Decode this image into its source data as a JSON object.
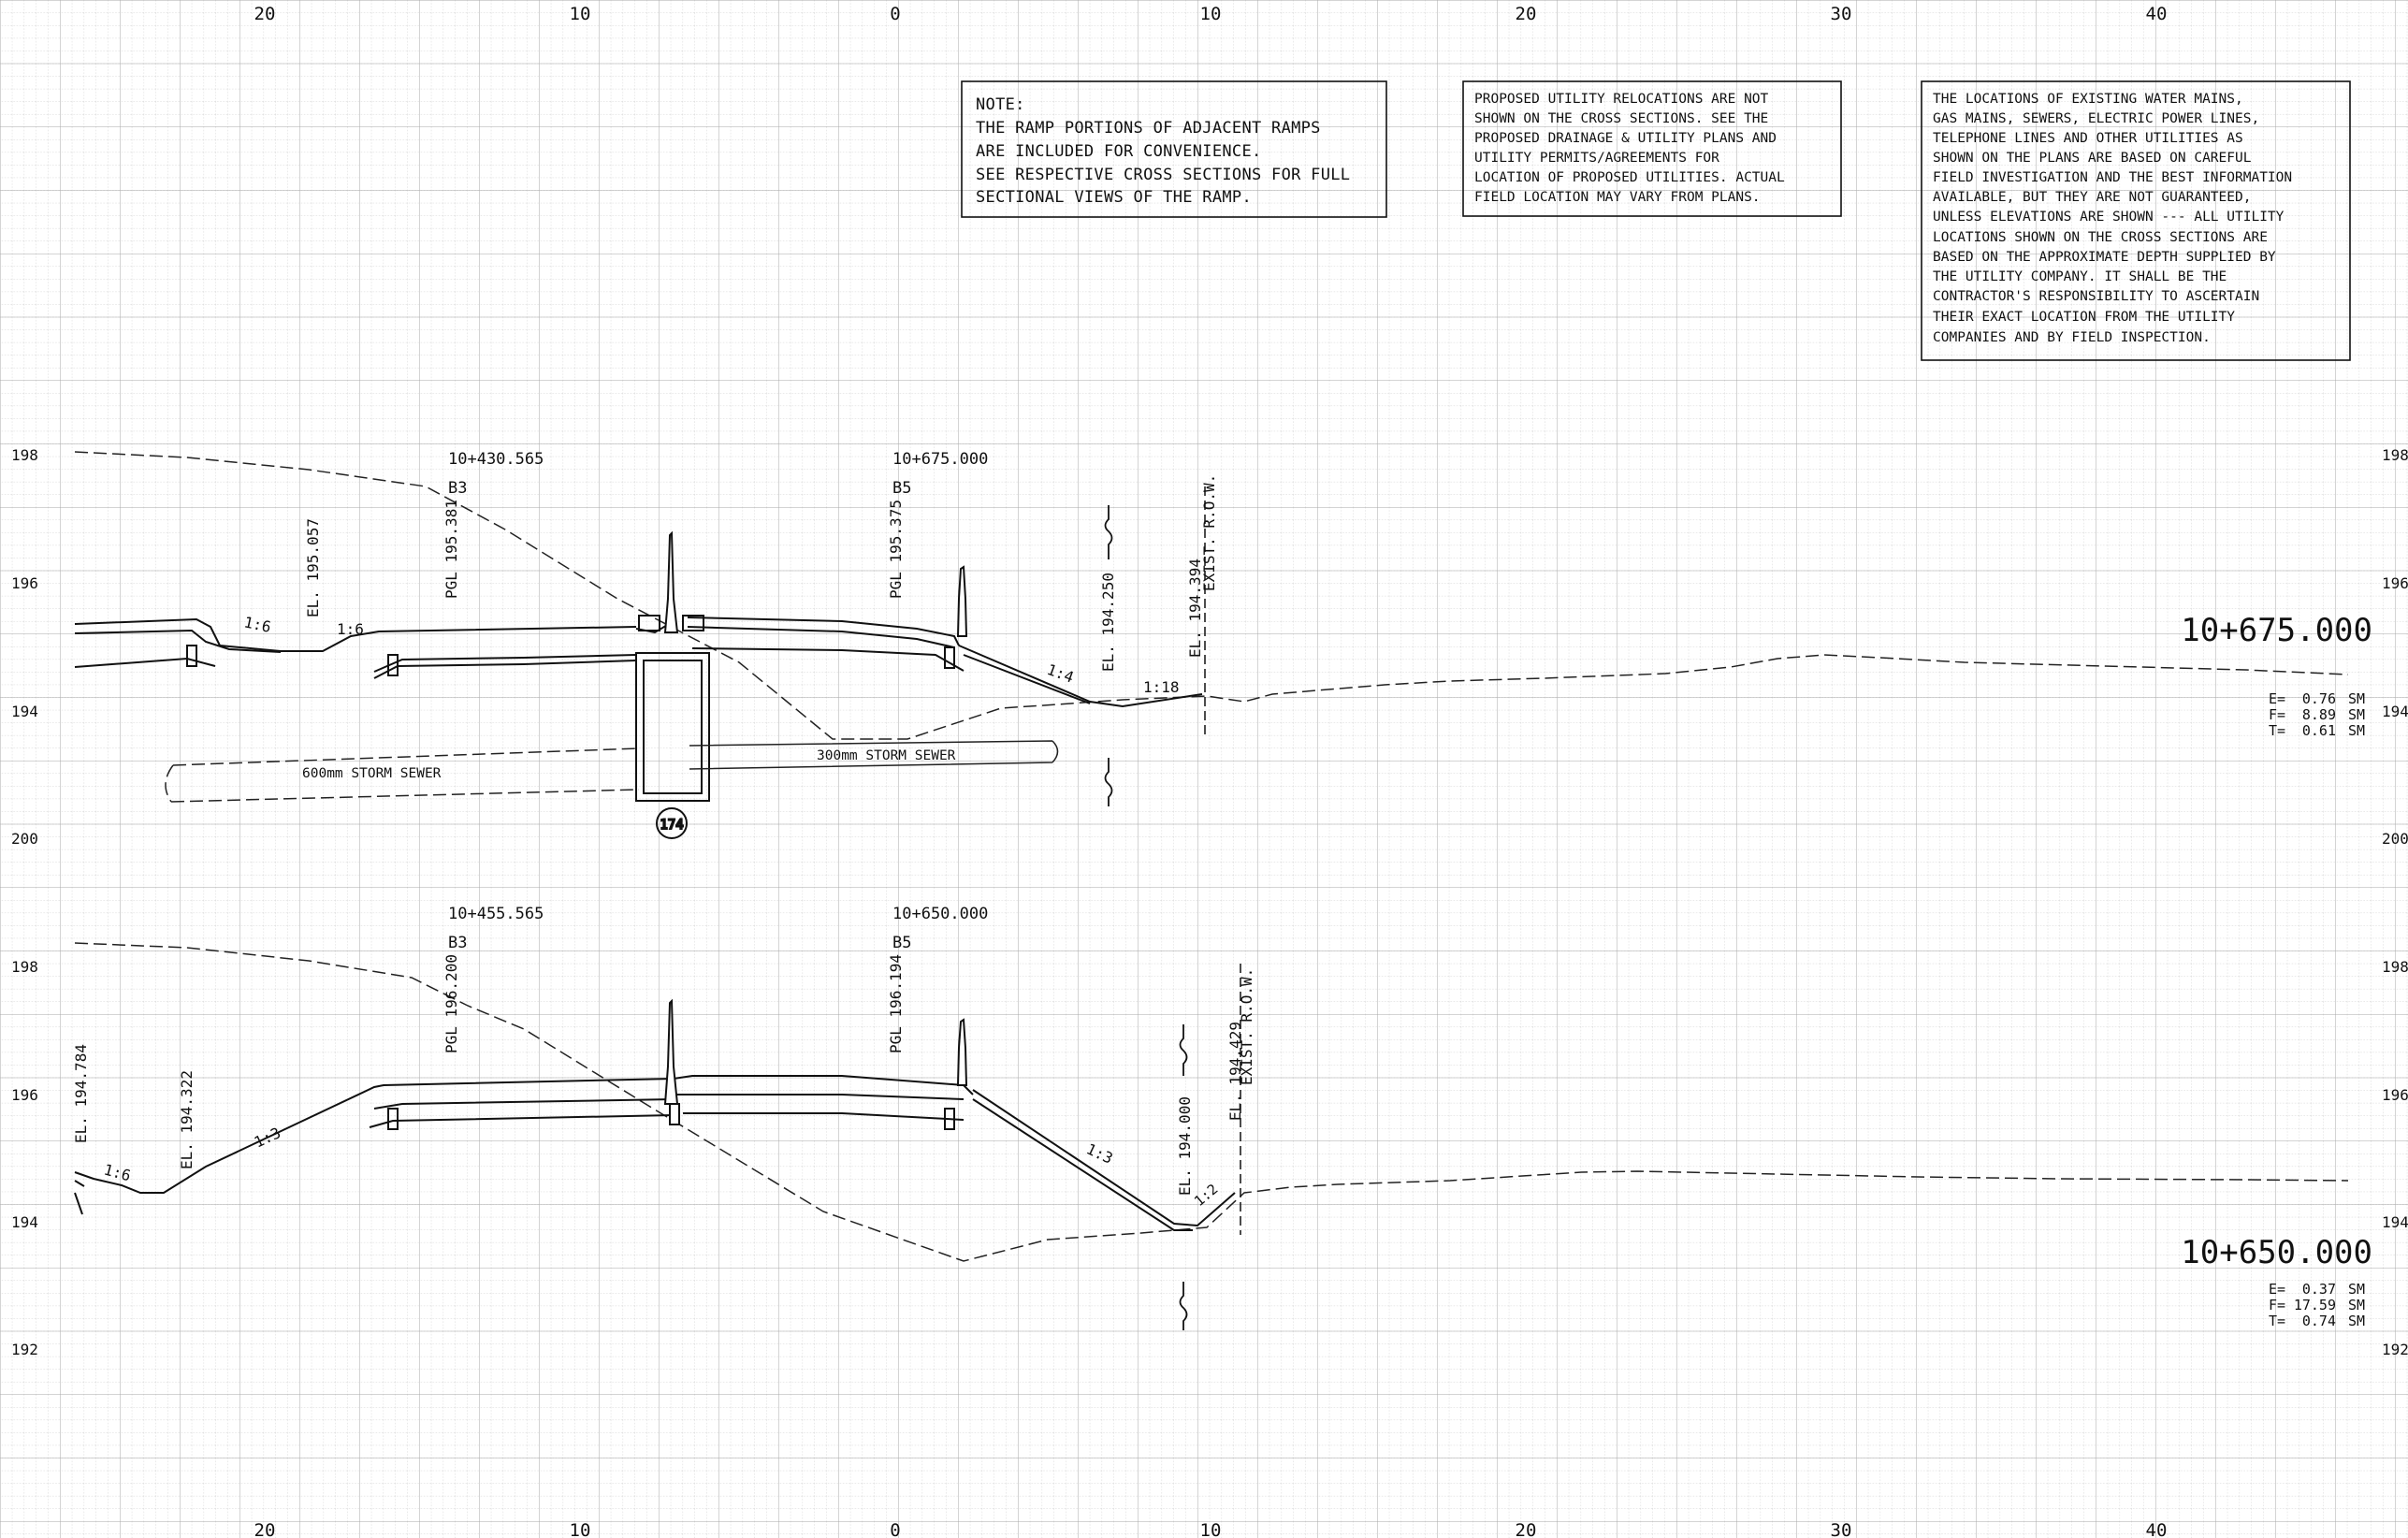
{
  "drawing": {
    "type": "highway cross sections",
    "offset_ticks_top": [
      "20",
      "10",
      "0",
      "10",
      "20",
      "30",
      "40"
    ],
    "offset_ticks_bottom": [
      "20",
      "10",
      "0",
      "10",
      "20",
      "30",
      "40"
    ],
    "notes": {
      "ramp_note": [
        "NOTE:",
        "THE RAMP PORTIONS OF ADJACENT RAMPS",
        "ARE INCLUDED FOR CONVENIENCE.",
        "SEE RESPECTIVE CROSS SECTIONS FOR FULL",
        "SECTIONAL VIEWS OF THE RAMP."
      ],
      "utility_relocation_note": [
        "PROPOSED UTILITY RELOCATIONS ARE NOT",
        "SHOWN ON THE CROSS SECTIONS. SEE THE",
        "PROPOSED DRAINAGE & UTILITY PLANS AND",
        "UTILITY PERMITS/AGREEMENTS FOR",
        "LOCATION OF PROPOSED UTILITIES.  ACTUAL",
        "FIELD LOCATION MAY VARY FROM PLANS."
      ],
      "existing_utilities_note": [
        "THE LOCATIONS OF EXISTING WATER MAINS,",
        "GAS MAINS, SEWERS, ELECTRIC POWER LINES,",
        "TELEPHONE LINES  AND OTHER UTILITIES AS",
        "SHOWN ON THE PLANS ARE BASED ON CAREFUL",
        "FIELD INVESTIGATION AND THE BEST INFORMATION",
        "AVAILABLE,  BUT THEY ARE NOT GUARANTEED,",
        "UNLESS ELEVATIONS ARE SHOWN --- ALL UTILITY",
        "LOCATIONS SHOWN ON THE CROSS SECTIONS ARE",
        "BASED ON THE APPROXIMATE DEPTH SUPPLIED BY",
        "THE UTILITY COMPANY. IT SHALL BE THE",
        "CONTRACTOR'S RESPONSIBILITY TO ASCERTAIN",
        "THEIR EXACT LOCATION FROM THE UTILITY",
        "COMPANIES AND BY FIELD INSPECTION."
      ]
    },
    "sections": [
      {
        "station": "10+675.000",
        "elevation_ticks": [
          "198",
          "196",
          "194"
        ],
        "quantities": [
          {
            "label": "E=",
            "value": "0.76",
            "unit": "SM"
          },
          {
            "label": "F=",
            "value": "8.89",
            "unit": "SM"
          },
          {
            "label": "T=",
            "value": "0.61",
            "unit": "SM"
          }
        ],
        "ramp_station": "10+430.565",
        "ramp_code": "B3",
        "main_station": "10+675.000",
        "main_code": "B5",
        "pgl_left": "PGL 195.381",
        "pgl_main": "PGL 195.375",
        "elevations": [
          "EL. 195.057",
          "EL. 194.250",
          "EL. 194.394"
        ],
        "slopes": [
          "1:6",
          "1:6",
          "1:4",
          "1:18"
        ],
        "row_label": "EXIST. R.O.W.",
        "storm_sewer_600": "600mm STORM SEWER",
        "storm_sewer_300": "300mm STORM SEWER",
        "structure_id": "174"
      },
      {
        "station": "10+650.000",
        "elevation_ticks": [
          "200",
          "198",
          "196",
          "194",
          "192"
        ],
        "quantities": [
          {
            "label": "E=",
            "value": "0.37",
            "unit": "SM"
          },
          {
            "label": "F=",
            "value": "17.59",
            "unit": "SM"
          },
          {
            "label": "T=",
            "value": "0.74",
            "unit": "SM"
          }
        ],
        "ramp_station": "10+455.565",
        "ramp_code": "B3",
        "main_station": "10+650.000",
        "main_code": "B5",
        "pgl_left": "PGL 196.200",
        "pgl_main": "PGL 196.194",
        "elevations": [
          "EL. 194.784",
          "EL. 194.322",
          "EL. 194.000",
          "EL. 194.429"
        ],
        "slopes": [
          "1:6",
          "1:3",
          "1:3",
          "1:2"
        ],
        "row_label": "EXIST. R.O.W."
      }
    ]
  }
}
